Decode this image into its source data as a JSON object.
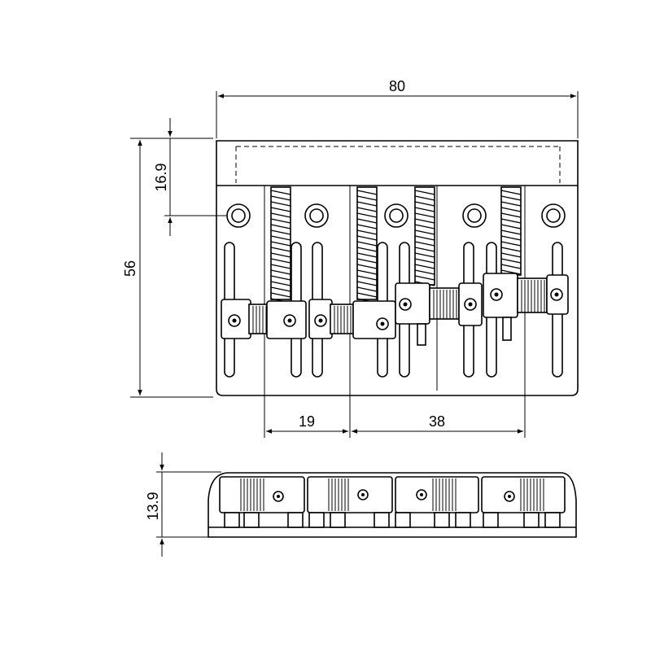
{
  "drawing": {
    "dim_width": "80",
    "dim_height": "56",
    "dim_hole_offset": "16.9",
    "dim_saddle_spacing": "19",
    "dim_span": "38",
    "dim_profile_height": "13.9"
  }
}
